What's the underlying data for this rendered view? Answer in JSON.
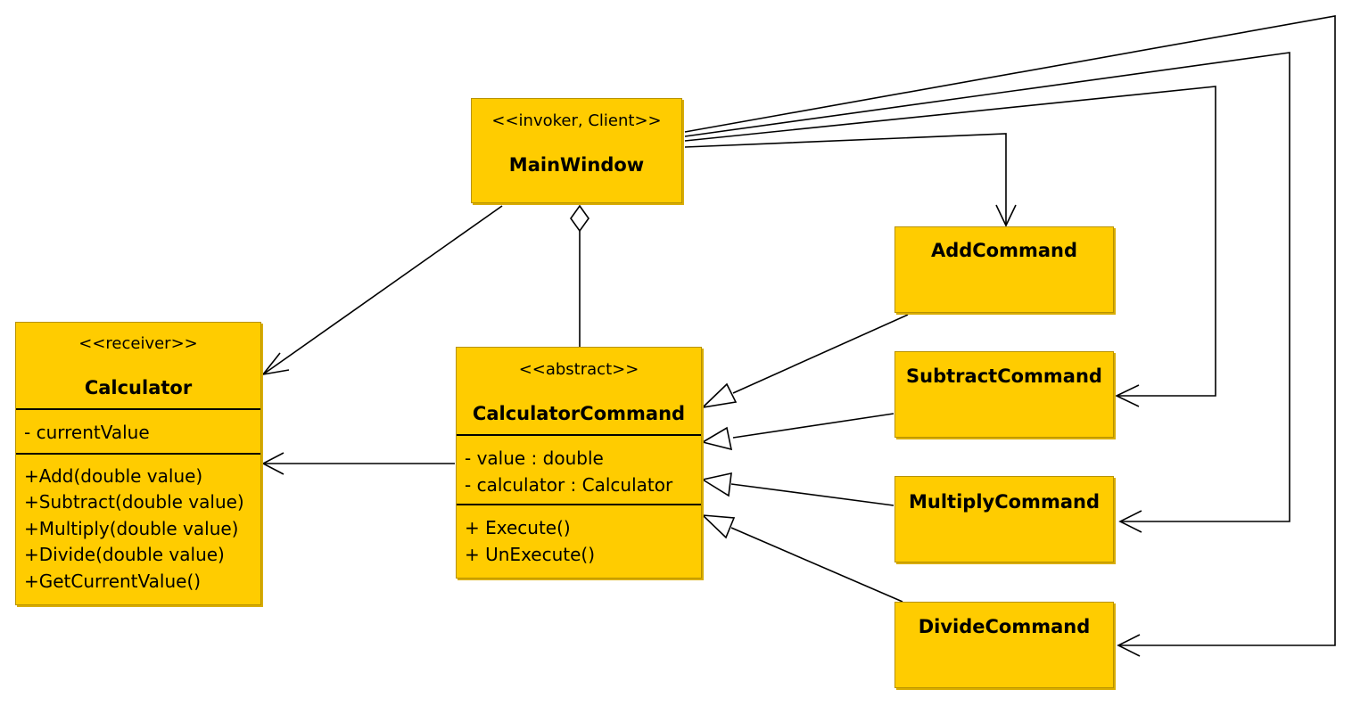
{
  "main_window": {
    "stereotype": "<<invoker, Client>>",
    "name": "MainWindow"
  },
  "calculator": {
    "stereotype": "<<receiver>>",
    "name": "Calculator",
    "attributes": [
      "- currentValue"
    ],
    "operations": [
      "+Add(double value)",
      "+Subtract(double value)",
      "+Multiply(double value)",
      "+Divide(double value)",
      "+GetCurrentValue()"
    ]
  },
  "calculator_command": {
    "stereotype": "<<abstract>>",
    "name": "CalculatorCommand",
    "attributes": [
      "- value : double",
      "- calculator : Calculator"
    ],
    "operations": [
      "+ Execute()",
      "+ UnExecute()"
    ]
  },
  "add_command": {
    "name": "AddCommand"
  },
  "subtract_command": {
    "name": "SubtractCommand"
  },
  "multiply_command": {
    "name": "MultiplyCommand"
  },
  "divide_command": {
    "name": "DivideCommand"
  },
  "colors": {
    "class_fill": "#ffcc00",
    "class_border": "#b89200",
    "line": "#000000"
  }
}
